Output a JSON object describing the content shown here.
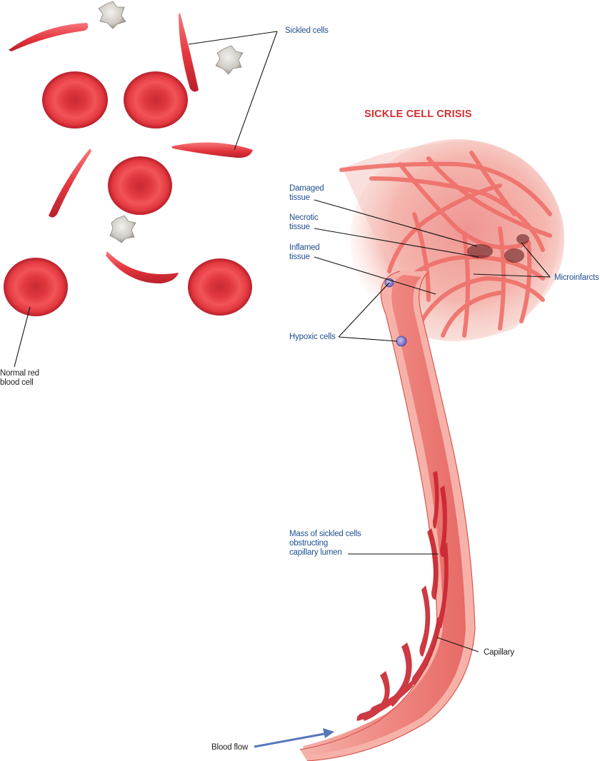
{
  "title": "SICKLE CELL CRISIS",
  "labels": {
    "sickled_cells": "Sickled cells",
    "normal_rbc": "Normal red\nblood cell",
    "damaged_tissue": "Damaged\ntissue",
    "necrotic_tissue": "Necrotic\ntissue",
    "inflamed_tissue": "Inflamed\ntissue",
    "microinfarcts": "Microinfarcts",
    "hypoxic_cells": "Hypoxic cells",
    "mass_sickled": "Mass of sickled cells\nobstructing\ncapillary lumen",
    "capillary": "Capillary",
    "blood_flow": "Blood flow"
  },
  "colors": {
    "title": "#d22e2e",
    "label_blue": "#1f4f8f",
    "label_dark": "#222222",
    "rbc": "#e8454b",
    "vessel": "#f08a84",
    "arrow": "#5577bb",
    "platelet": "#cfcac4"
  }
}
